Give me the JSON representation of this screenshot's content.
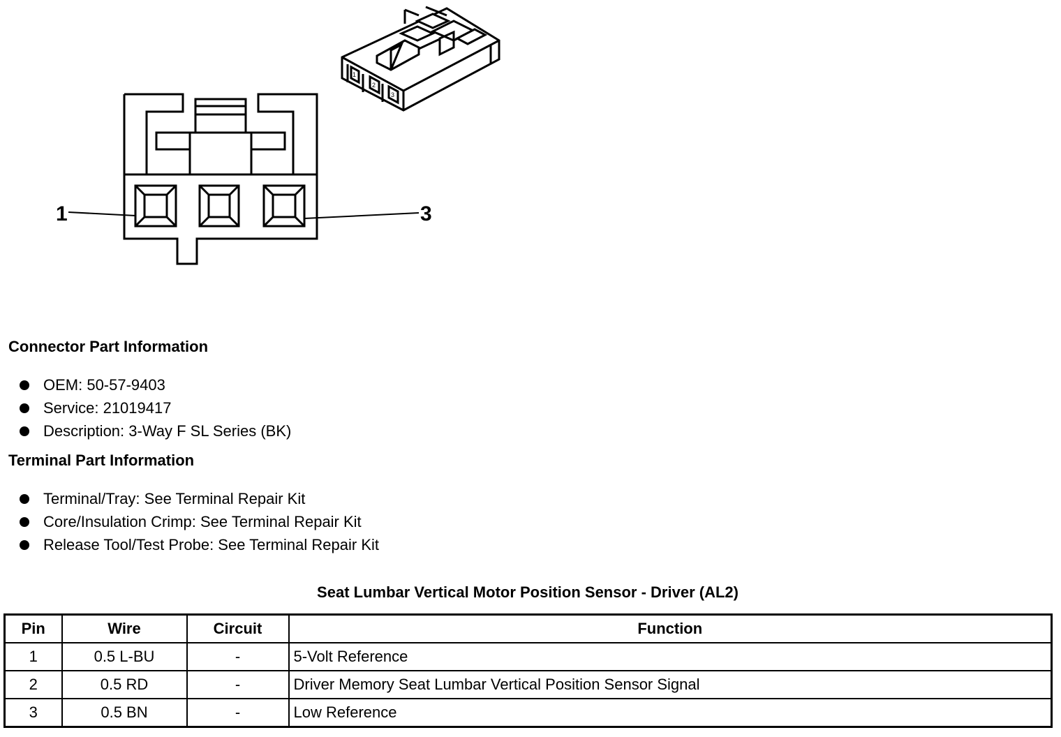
{
  "drawing": {
    "pin_labels": [
      "1",
      "3"
    ],
    "iso_pin_marks": [
      "1",
      "2",
      "3"
    ]
  },
  "connector_info": {
    "heading": "Connector Part Information",
    "items": [
      "OEM: 50-57-9403",
      "Service: 21019417",
      "Description: 3-Way F SL Series (BK)"
    ]
  },
  "terminal_info": {
    "heading": "Terminal Part Information",
    "items": [
      "Terminal/Tray: See Terminal Repair Kit",
      "Core/Insulation Crimp: See Terminal Repair Kit",
      "Release Tool/Test Probe: See Terminal Repair Kit"
    ]
  },
  "table": {
    "title": "Seat Lumbar Vertical Motor Position Sensor - Driver (AL2)",
    "headers": [
      "Pin",
      "Wire",
      "Circuit",
      "Function"
    ],
    "rows": [
      [
        "1",
        "0.5 L-BU",
        "-",
        "5-Volt Reference"
      ],
      [
        "2",
        "0.5 RD",
        "-",
        "Driver Memory Seat Lumbar Vertical Position Sensor Signal"
      ],
      [
        "3",
        "0.5 BN",
        "-",
        "Low Reference"
      ]
    ]
  }
}
